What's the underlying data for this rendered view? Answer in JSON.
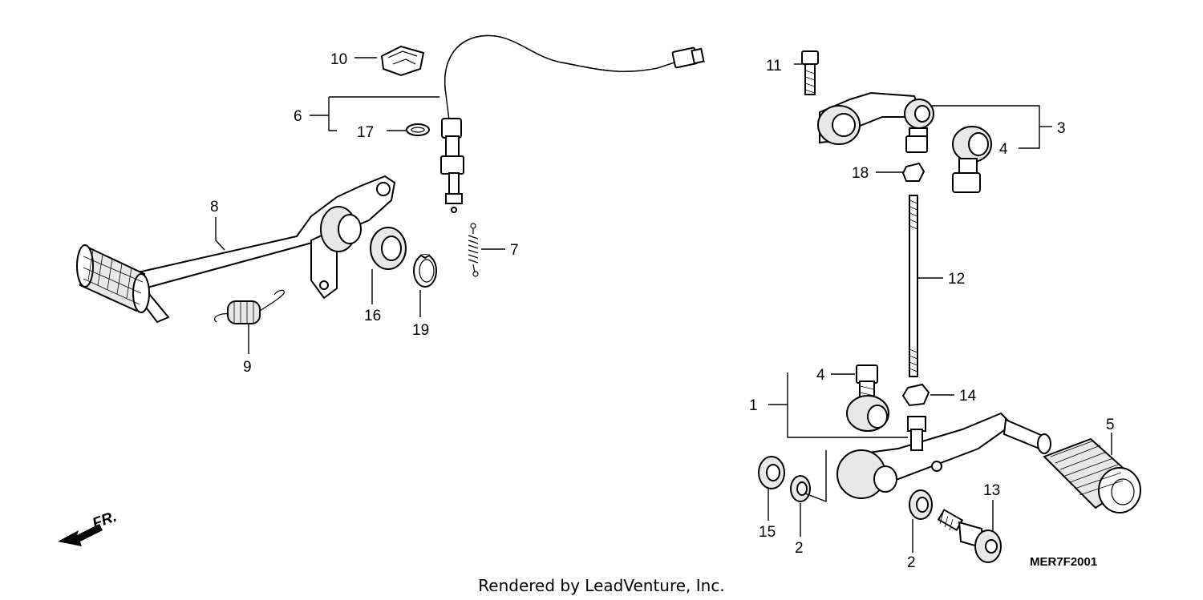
{
  "diagram": {
    "callouts": {
      "c1": "1",
      "c2a": "2",
      "c2b": "2",
      "c3": "3",
      "c4a": "4",
      "c4b": "4",
      "c5": "5",
      "c6": "6",
      "c7": "7",
      "c8": "8",
      "c9": "9",
      "c10": "10",
      "c11": "11",
      "c12": "12",
      "c13": "13",
      "c14": "14",
      "c15": "15",
      "c16": "16",
      "c17": "17",
      "c18": "18",
      "c19": "19"
    },
    "direction_marker": "FR.",
    "diagram_code": "MER7F2001",
    "footer": "Rendered by LeadVenture, Inc."
  }
}
